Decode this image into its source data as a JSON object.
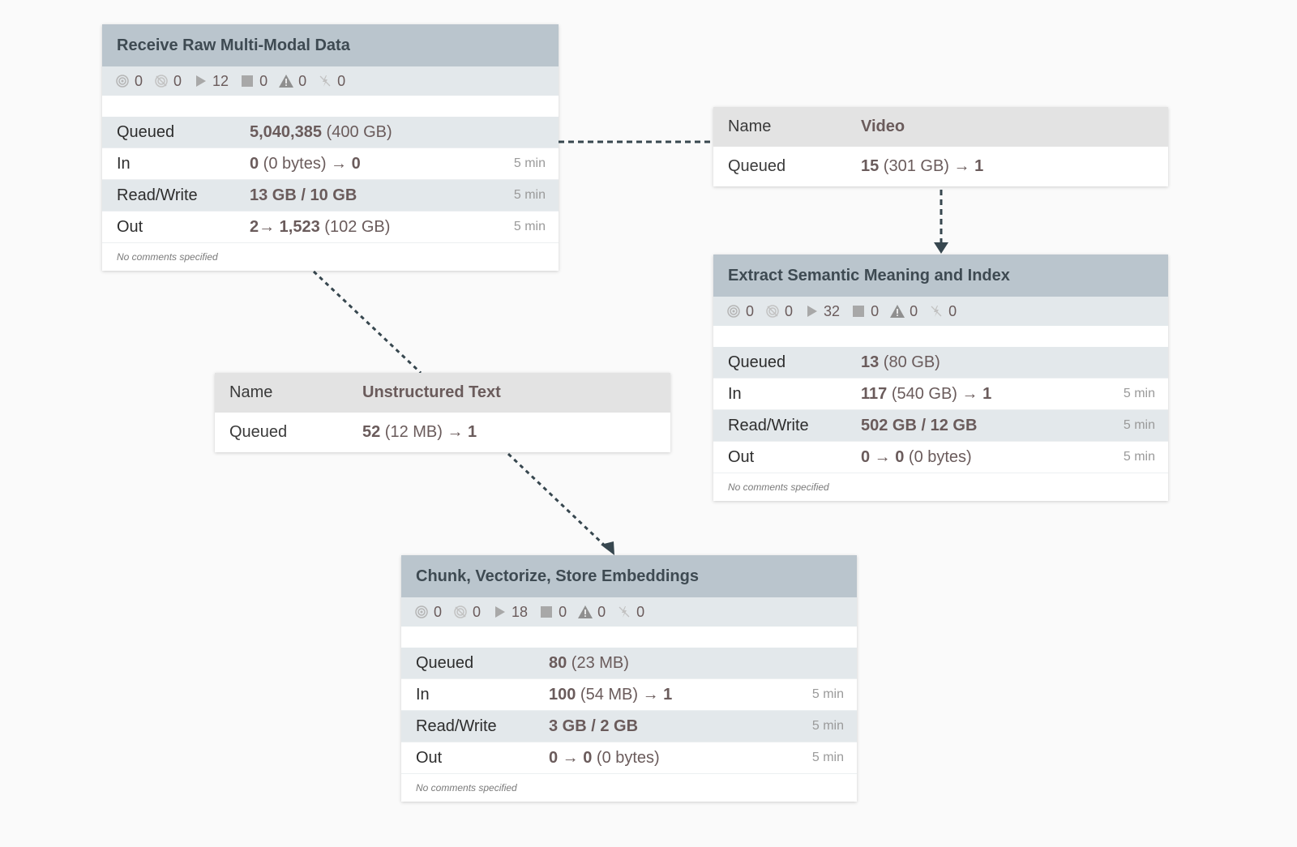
{
  "colors": {
    "background": "#fafafa",
    "processor_header": "#bac5cd",
    "status_bar": "#e3e8eb",
    "connection_header": "#e3e3e3",
    "connector_line": "#37474f"
  },
  "processors": [
    {
      "id": "receive",
      "title": "Receive Raw Multi-Modal Data",
      "status": {
        "transmitting": "0",
        "not_transmitting": "0",
        "running": "12",
        "stopped": "0",
        "invalid": "0",
        "disabled": "0"
      },
      "stats": {
        "queued": {
          "label": "Queued",
          "count": "5,040,385",
          "size": " (400 GB)",
          "time": ""
        },
        "in": {
          "label": "In",
          "count": "0",
          "size": " (0 bytes) → ",
          "extra": "0",
          "time": "5 min"
        },
        "readwrite": {
          "label": "Read/Write",
          "value": "13 GB / 10 GB",
          "time": "5 min"
        },
        "out": {
          "label": "Out",
          "count": "2→ 1,523",
          "size": " (102 GB)",
          "time": "5 min"
        }
      },
      "comments": "No comments specified"
    },
    {
      "id": "extract",
      "title": "Extract Semantic Meaning and Index",
      "status": {
        "transmitting": "0",
        "not_transmitting": "0",
        "running": "32",
        "stopped": "0",
        "invalid": "0",
        "disabled": "0"
      },
      "stats": {
        "queued": {
          "label": "Queued",
          "count": "13",
          "size": " (80 GB)",
          "time": ""
        },
        "in": {
          "label": "In",
          "count": "117",
          "size": " (540 GB) → ",
          "extra": "1",
          "time": "5 min"
        },
        "readwrite": {
          "label": "Read/Write",
          "value": "502 GB / 12 GB",
          "time": "5 min"
        },
        "out": {
          "label": "Out",
          "count": "0 → 0",
          "size": " (0 bytes)",
          "time": "5 min"
        }
      },
      "comments": "No comments specified"
    },
    {
      "id": "chunk",
      "title": "Chunk, Vectorize, Store Embeddings",
      "status": {
        "transmitting": "0",
        "not_transmitting": "0",
        "running": "18",
        "stopped": "0",
        "invalid": "0",
        "disabled": "0"
      },
      "stats": {
        "queued": {
          "label": "Queued",
          "count": "80",
          "size": " (23 MB)",
          "time": ""
        },
        "in": {
          "label": "In",
          "count": "100",
          "size": " (54 MB) → ",
          "extra": "1",
          "time": "5 min"
        },
        "readwrite": {
          "label": "Read/Write",
          "value": "3 GB / 2 GB",
          "time": "5 min"
        },
        "out": {
          "label": "Out",
          "count": "0 → 0",
          "size": " (0 bytes)",
          "time": "5 min"
        }
      },
      "comments": "No comments specified"
    }
  ],
  "connections": [
    {
      "id": "video",
      "name_label": "Name",
      "name": "Video",
      "queued_label": "Queued",
      "queued_count": "15",
      "queued_size": " (301 GB) → ",
      "queued_extra": "1"
    },
    {
      "id": "text",
      "name_label": "Name",
      "name": "Unstructured Text",
      "queued_label": "Queued",
      "queued_count": "52",
      "queued_size": " (12 MB) → ",
      "queued_extra": "1"
    }
  ]
}
